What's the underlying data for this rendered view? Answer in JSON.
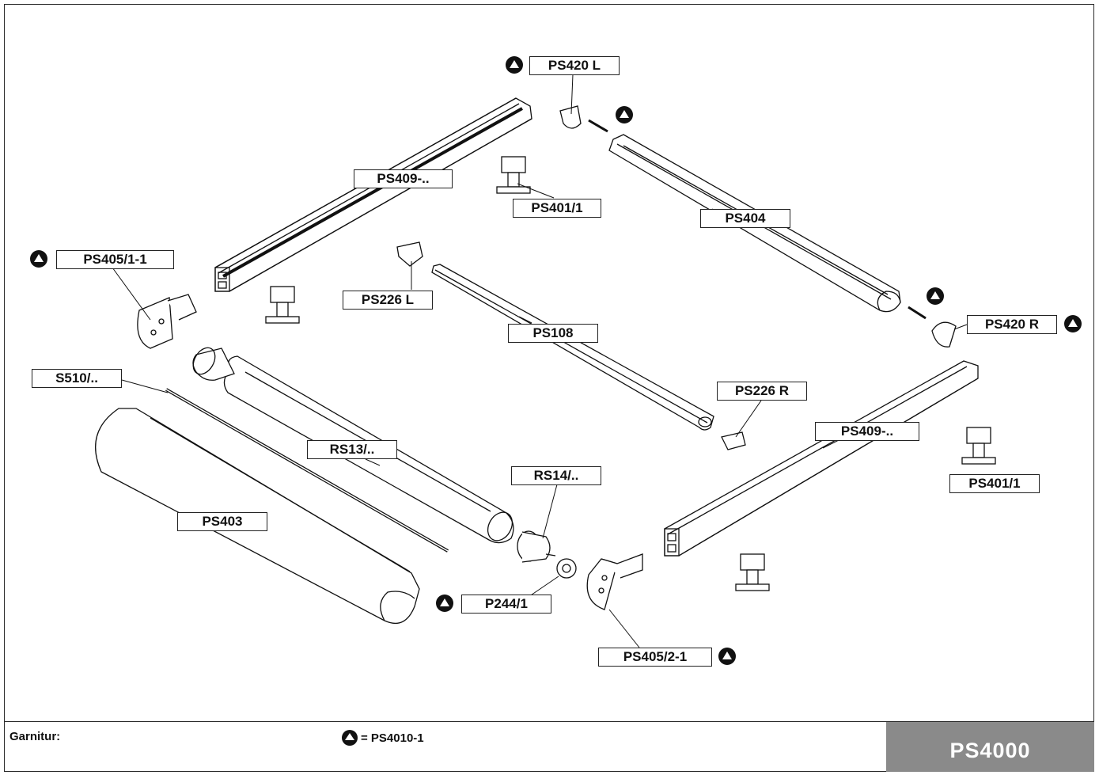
{
  "footer": {
    "set_label": "Garnitur:",
    "legend_text": "= PS4010-1",
    "product_code": "PS4000"
  },
  "parts": {
    "ps420l": "PS420 L",
    "ps409_top": "PS409-..",
    "ps401_top": "PS401/1",
    "ps404": "PS404",
    "ps405_1": "PS405/1-1",
    "ps226l": "PS226 L",
    "ps108": "PS108",
    "ps420r": "PS420 R",
    "s510": "S510/..",
    "ps226r": "PS226 R",
    "ps409_right": "PS409-..",
    "rs13": "RS13/..",
    "ps401_right": "PS401/1",
    "rs14": "RS14/..",
    "ps403": "PS403",
    "p244": "P244/1",
    "ps405_2": "PS405/2-1"
  }
}
